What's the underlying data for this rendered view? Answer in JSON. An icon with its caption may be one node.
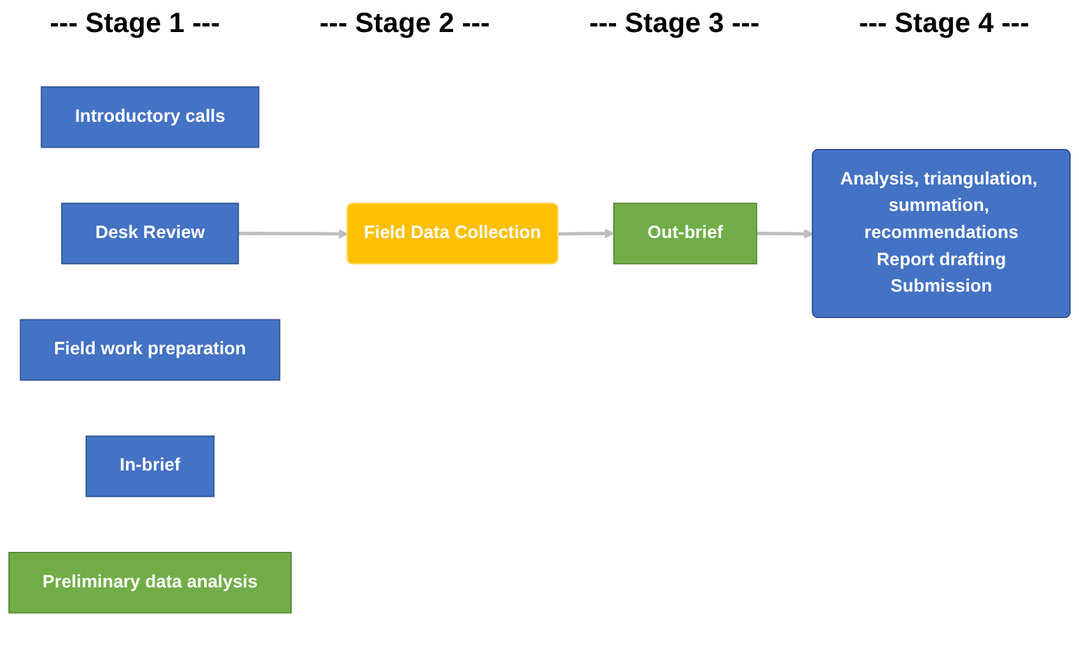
{
  "diagram": {
    "nodes": [
      {
        "text": [
          "Introductory calls"
        ]
      },
      {
        "text": [
          "Desk Review"
        ]
      },
      {
        "text": [
          "Field work preparation"
        ]
      },
      {
        "text": [
          "In-brief"
        ]
      },
      {
        "text": [
          "Field Data Collection"
        ]
      },
      {
        "text": [
          "Preliminary data analysis"
        ]
      },
      {
        "text": [
          "Out-brief"
        ]
      },
      {
        "text": [
          "Analysis, triangulation, summation, recommendations",
          "Report drafting",
          "Submission"
        ]
      }
    ],
    "edges": [
      {
        "from": 1,
        "to": 4,
        "arrow": "to"
      },
      {
        "from": 4,
        "to": 6,
        "arrow": "to"
      },
      {
        "from": 6,
        "to": 7,
        "arrow": "to"
      }
    ],
    "labels": [
      "--- Stage 1 ---",
      "--- Stage 2 ---",
      "--- Stage 3 ---",
      "--- Stage 4 ---"
    ]
  }
}
